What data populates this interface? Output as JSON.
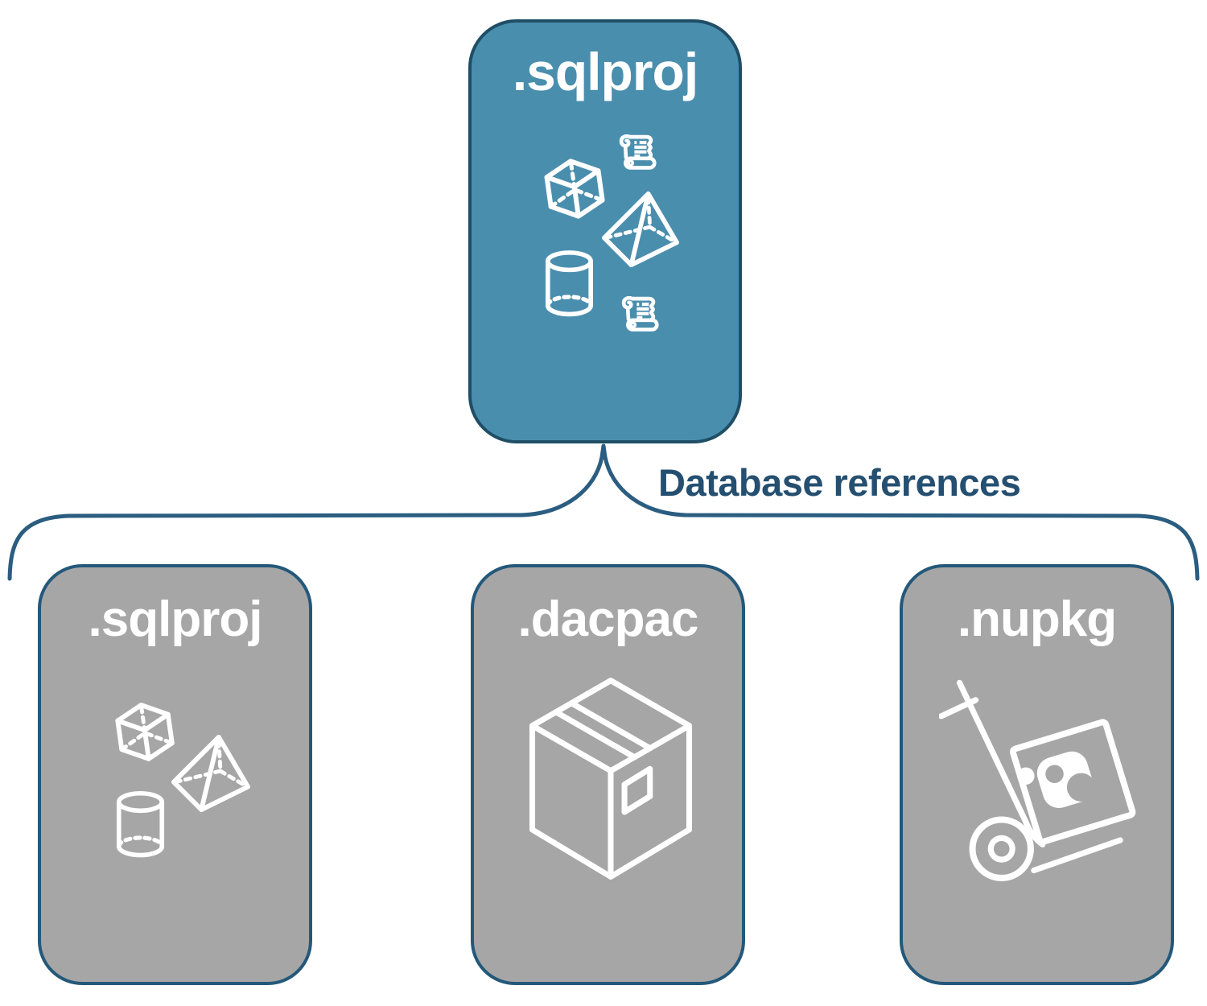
{
  "page": {
    "background": "#FFFFFF"
  },
  "root_card": {
    "label": ".sqlproj",
    "fill": "#4A8EAE",
    "border": "#1F4E66",
    "icons": [
      "cube-icon",
      "scroll-icon",
      "pyramid-icon",
      "database-cylinder-icon",
      "scroll-icon"
    ]
  },
  "connector": {
    "label": "Database references",
    "line_color": "#2B5D80",
    "label_color": "#254F70"
  },
  "child_cards": [
    {
      "label": ".sqlproj",
      "fill": "#A6A6A6",
      "border": "#24587A",
      "icons": [
        "cube-icon",
        "pyramid-icon",
        "database-cylinder-icon"
      ]
    },
    {
      "label": ".dacpac",
      "fill": "#A6A6A6",
      "border": "#24587A",
      "icons": [
        "package-box-icon"
      ]
    },
    {
      "label": ".nupkg",
      "fill": "#A6A6A6",
      "border": "#24587A",
      "icons": [
        "nuget-hand-truck-icon"
      ]
    }
  ],
  "icon_color": "#FFFFFF"
}
